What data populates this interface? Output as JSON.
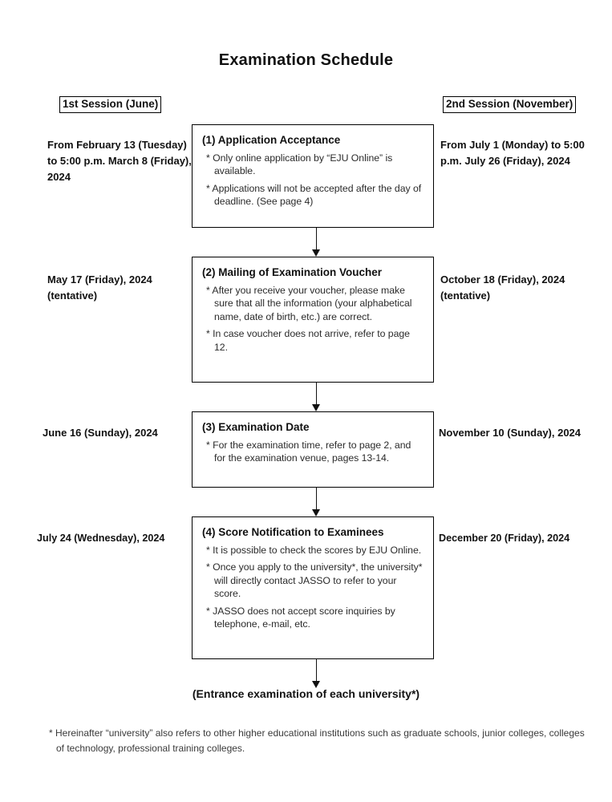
{
  "document": {
    "title": "Examination Schedule"
  },
  "columns": {
    "left_header": "1st Session (June)",
    "right_header": "2nd Session (November)"
  },
  "rows": [
    {
      "step_title": "(1) Application Acceptance",
      "notes": [
        "* Only online application by “EJU Online” is available.",
        "* Applications will not be accepted after the day of deadline. (See page 4)"
      ],
      "left_date": "From February 13 (Tuesday) to 5:00 p.m. March 8 (Friday), 2024",
      "right_date": "From July 1 (Monday) to 5:00 p.m. July 26 (Friday), 2024"
    },
    {
      "step_title": "(2) Mailing of Examination Voucher",
      "notes": [
        "* After you receive your voucher, please make sure that all the information (your alphabetical name, date of birth, etc.) are correct.",
        "* In case voucher does not arrive, refer to page 12."
      ],
      "left_date": "May 17 (Friday), 2024 (tentative)",
      "right_date": "October 18 (Friday), 2024 (tentative)"
    },
    {
      "step_title": "(3) Examination Date",
      "notes": [
        "* For the examination time, refer to page 2, and for the examination venue, pages 13-14."
      ],
      "left_date": "June 16 (Sunday), 2024",
      "right_date": "November 10 (Sunday), 2024"
    },
    {
      "step_title": "(4) Score Notification to Examinees",
      "notes": [
        "* It is possible to check the scores by EJU Online.",
        "* Once you apply to the university*, the university* will directly contact JASSO to refer to your score.",
        "* JASSO does not accept score inquiries by telephone, e-mail, etc."
      ],
      "left_date": "July 24 (Wednesday), 2024",
      "right_date": "December 20 (Friday), 2024"
    }
  ],
  "flow_caption": "(Entrance examination of each university*)",
  "footnote": "* Hereinafter “university” also refers to other higher educational institutions such as graduate schools, junior colleges, colleges of technology, professional training colleges.",
  "colors": {
    "text": "#111111",
    "note_text": "#2b2b2b",
    "border": "#000000",
    "background": "#ffffff"
  }
}
